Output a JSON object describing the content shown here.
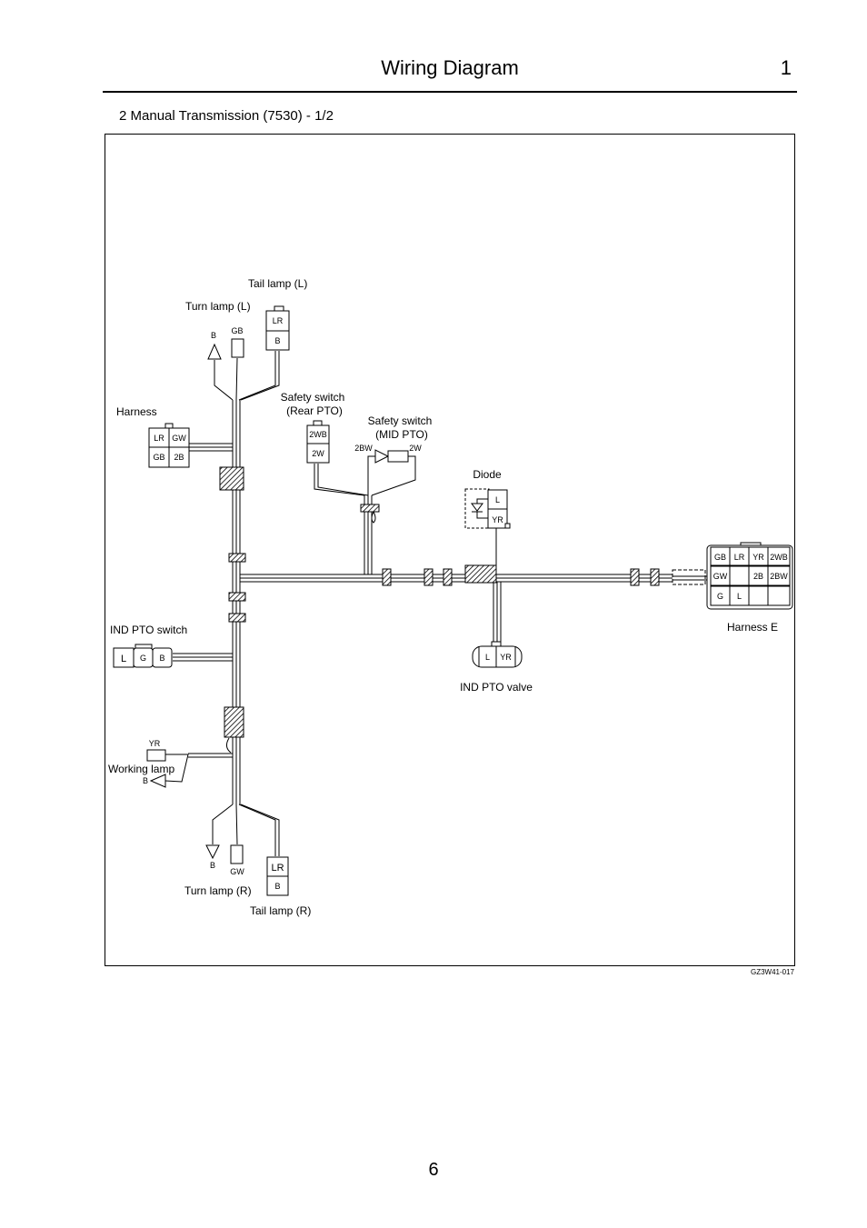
{
  "header": {
    "title": "Wiring Diagram",
    "chapter": "1"
  },
  "section": {
    "title": "2   Manual Transmission (7530) - 1/2"
  },
  "figure_code": "GZ3W41-017",
  "page_number": "6",
  "components": {
    "tail_lamp_l": {
      "label": "Tail lamp (L)",
      "pins": [
        "LR",
        "B"
      ]
    },
    "turn_lamp_l": {
      "label": "Turn lamp (L)",
      "pins": [
        "B",
        "GB"
      ]
    },
    "harness": {
      "label": "Harness",
      "pins": [
        "LR",
        "GW",
        "GB",
        "2B"
      ]
    },
    "safety_switch_rear": {
      "label_1": "Safety switch",
      "label_2": "(Rear PTO)",
      "pins": [
        "2WB",
        "2W"
      ]
    },
    "safety_switch_mid": {
      "label_1": "Safety switch",
      "label_2": "(MID PTO)",
      "pins": [
        "2BW",
        "2W"
      ]
    },
    "diode": {
      "label": "Diode",
      "pins": [
        "L",
        "YR"
      ]
    },
    "harness_e": {
      "label": "Harness E",
      "pins": [
        "GB",
        "LR",
        "YR",
        "2WB",
        "GW",
        "2B",
        "2BW",
        "G",
        "L"
      ]
    },
    "ind_pto_switch": {
      "label": "IND PTO switch",
      "pins": [
        "L",
        "G",
        "B"
      ]
    },
    "ind_pto_valve": {
      "label": "IND PTO valve",
      "pins": [
        "L",
        "YR"
      ]
    },
    "working_lamp": {
      "label": "Working lamp",
      "pins": [
        "YR",
        "B"
      ]
    },
    "turn_lamp_r": {
      "label": "Turn lamp (R)",
      "pins": [
        "B",
        "GW"
      ]
    },
    "tail_lamp_r": {
      "label": "Tail lamp (R)",
      "pins": [
        "LR",
        "B"
      ]
    }
  }
}
